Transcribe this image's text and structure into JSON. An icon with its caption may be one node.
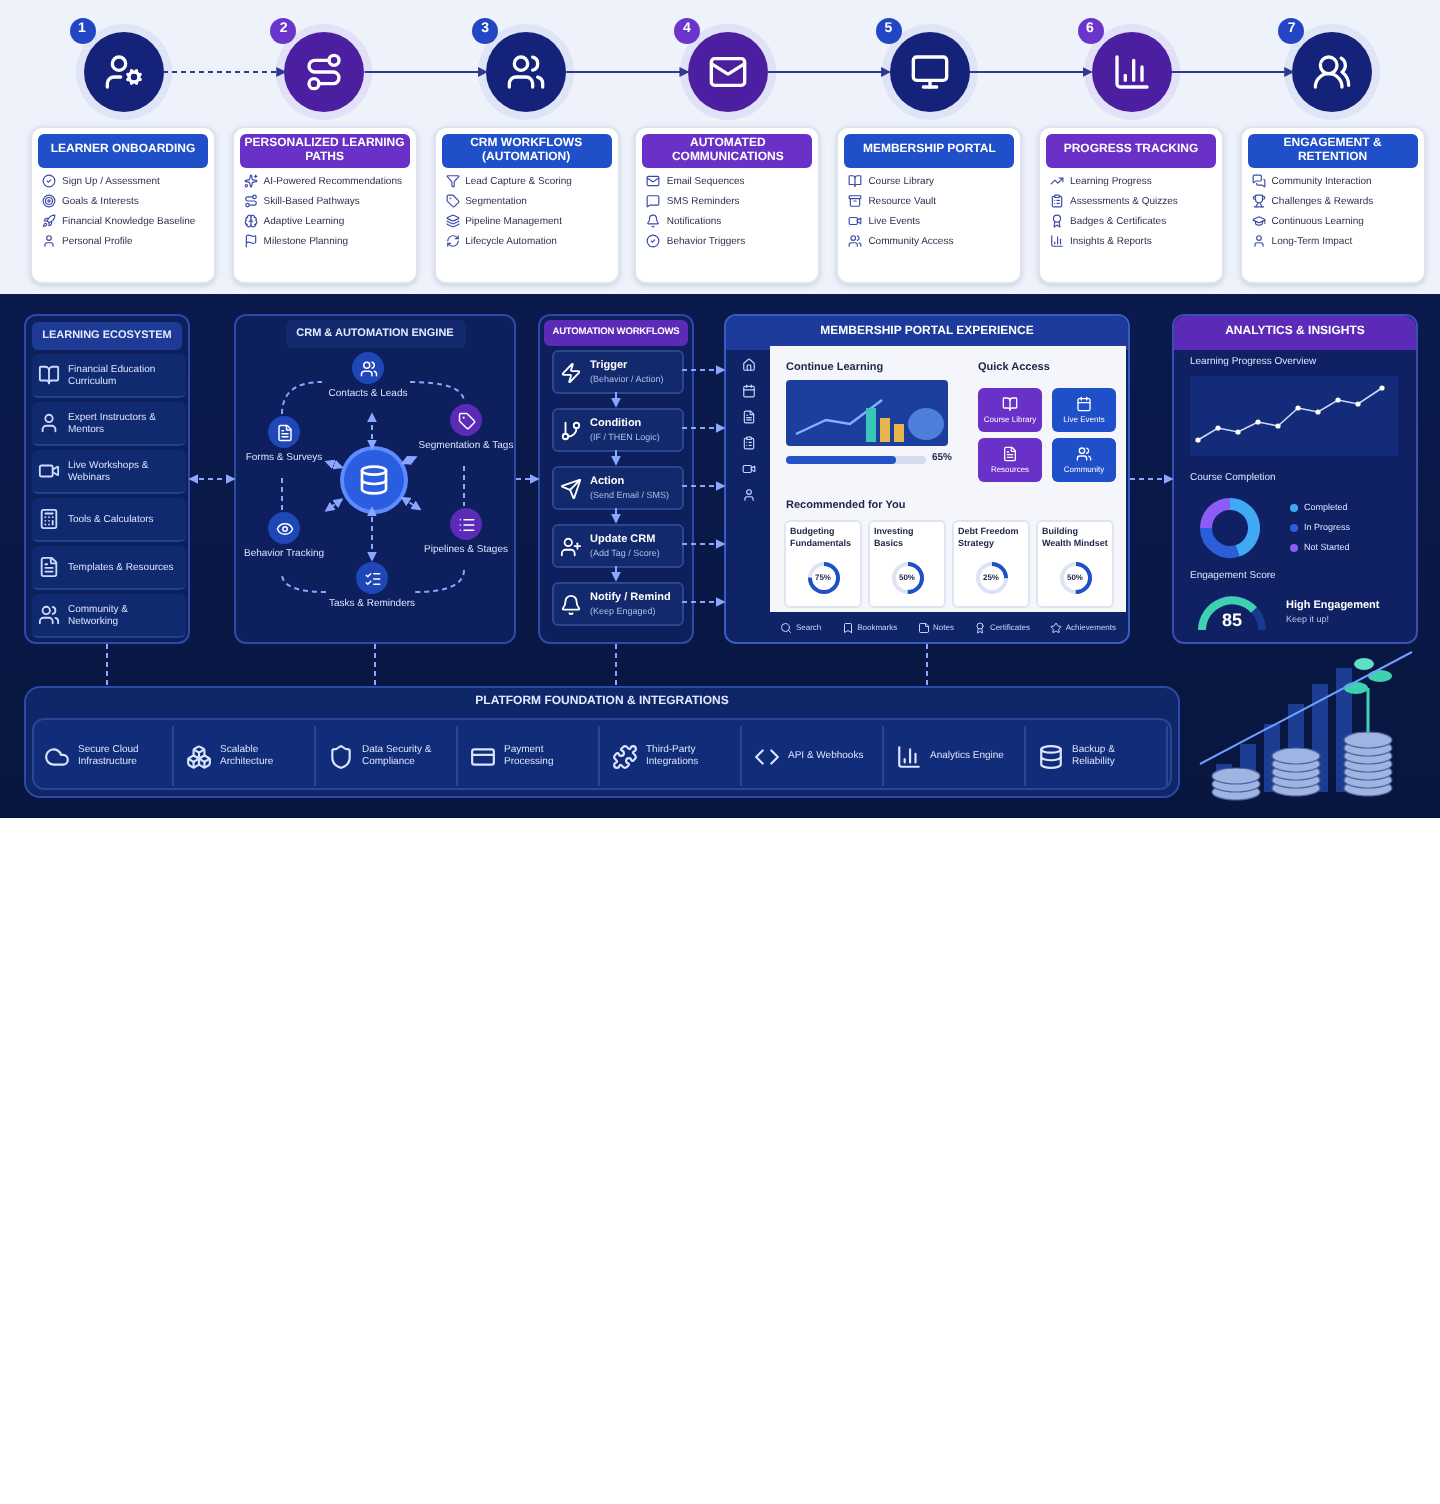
{
  "diagram": {
    "nodes": [
      {
        "text": [],
        "shape": "circle",
        "beside": [
          "1"
        ]
      },
      {
        "text": [],
        "shape": "circle",
        "beside": [
          "2"
        ]
      },
      {
        "text": [],
        "shape": "circle",
        "beside": [
          "3"
        ]
      },
      {
        "text": [],
        "shape": "circle",
        "beside": [
          "4"
        ]
      },
      {
        "text": [],
        "shape": "circle",
        "beside": [
          "5"
        ]
      },
      {
        "text": [],
        "shape": "circle",
        "beside": [
          "6"
        ]
      },
      {
        "text": [],
        "shape": "circle",
        "beside": [
          "7"
        ]
      },
      {
        "text": [
          "LEARNER ONBOARDING",
          "Sign Up / Assessment",
          "Goals & Interests",
          "Financial Knowledge Baseline",
          "Personal Profile"
        ]
      },
      {
        "text": [
          "PERSONALIZED LEARNING PATHS",
          "AI-Powered Recommendations",
          "Skill-Based Pathways",
          "Adaptive Learning",
          "Milestone Planning"
        ]
      },
      {
        "text": [
          "CRM WORKFLOWS (AUTOMATION)",
          "Lead Capture & Scoring",
          "Segmentation",
          "Pipeline Management",
          "Lifecycle Automation"
        ]
      },
      {
        "text": [
          "AUTOMATED COMMUNICATIONS",
          "Email Sequences",
          "SMS Reminders",
          "Notifications",
          "Behavior Triggers"
        ]
      },
      {
        "text": [
          "MEMBERSHIP PORTAL",
          "Course Library",
          "Resource Vault",
          "Live Events",
          "Community Access"
        ]
      },
      {
        "text": [
          "PROGRESS TRACKING",
          "Learning Progress",
          "Assessments & Quizzes",
          "Badges & Certificates",
          "Insights & Reports"
        ]
      },
      {
        "text": [
          "ENGAGEMENT & RETENTION",
          "Community Interaction",
          "Challenges & Rewards",
          "Continuous Learning",
          "Long-Term Impact"
        ]
      },
      {
        "text": [
          "LEARNING ECOSYSTEM"
        ]
      },
      {
        "text": [
          "Financial Education Curriculum"
        ],
        "in": 14
      },
      {
        "text": [
          "Expert Instructors & Mentors"
        ],
        "in": 14
      },
      {
        "text": [
          "Live Workshops & Webinars"
        ],
        "in": 14
      },
      {
        "text": [
          "Tools & Calculators"
        ],
        "in": 14
      },
      {
        "text": [
          "Templates & Resources"
        ],
        "in": 14
      },
      {
        "text": [
          "Community & Networking"
        ],
        "in": 14
      },
      {
        "text": [
          "CRM & AUTOMATION ENGINE"
        ]
      },
      {
        "text": [],
        "shape": "circle",
        "in": 21
      },
      {
        "text": [
          "Contacts & Leads"
        ],
        "in": 21
      },
      {
        "text": [
          "Forms & Surveys"
        ],
        "in": 21
      },
      {
        "text": [
          "Segmentation & Tags"
        ],
        "in": 21
      },
      {
        "text": [
          "Behavior Tracking"
        ],
        "in": 21
      },
      {
        "text": [
          "Pipelines & Stages"
        ],
        "in": 21
      },
      {
        "text": [
          "Tasks & Reminders"
        ],
        "in": 21
      },
      {
        "text": [
          "AUTOMATION WORKFLOWS"
        ]
      },
      {
        "text": [
          "Trigger",
          "(Behavior / Action)"
        ],
        "in": 29
      },
      {
        "text": [
          "Condition",
          "(IF / THEN Logic)"
        ],
        "in": 29
      },
      {
        "text": [
          "Action",
          "(Send Email / SMS)"
        ],
        "in": 29
      },
      {
        "text": [
          "Update CRM",
          "(Add Tag / Score)"
        ],
        "in": 29
      },
      {
        "text": [
          "Notify / Remind",
          "(Keep Engaged)"
        ],
        "in": 29
      },
      {
        "text": [
          "MEMBERSHIP PORTAL EXPERIENCE",
          "Continue Learning",
          "65%",
          "Quick Access",
          "Recommended for You"
        ]
      },
      {
        "text": [
          "Course Library"
        ],
        "in": 35
      },
      {
        "text": [
          "Live Events"
        ],
        "in": 35
      },
      {
        "text": [
          "Resources"
        ],
        "in": 35
      },
      {
        "text": [
          "Community"
        ],
        "in": 35
      },
      {
        "text": [
          "Budgeting Fundamentals",
          "75%"
        ],
        "in": 35
      },
      {
        "text": [
          "Investing Basics",
          "50%"
        ],
        "in": 35
      },
      {
        "text": [
          "Debt Freedom Strategy",
          "25%"
        ],
        "in": 35
      },
      {
        "text": [
          "Building Wealth Mindset",
          "50%"
        ],
        "in": 35
      },
      {
        "text": [
          "Search",
          "Bookmarks",
          "Notes",
          "Certificates",
          "Achievements"
        ],
        "in": 35
      },
      {
        "text": [
          "ANALYTICS & INSIGHTS",
          "Learning Progress Overview",
          "Course Completion",
          "Engagement Score",
          "85",
          "High Engagement",
          "Keep it up!"
        ]
      },
      {
        "text": [
          "PLATFORM FOUNDATION & INTEGRATIONS"
        ]
      },
      {
        "text": [
          "Secure Cloud Infrastructure"
        ],
        "in": 46
      },
      {
        "text": [
          "Scalable Architecture"
        ],
        "in": 46
      },
      {
        "text": [
          "Data Security & Compliance"
        ],
        "in": 46
      },
      {
        "text": [
          "Payment Processing"
        ],
        "in": 46
      },
      {
        "text": [
          "Third-Party Integrations"
        ],
        "in": 46
      },
      {
        "text": [
          "API & Webhooks"
        ],
        "in": 46
      },
      {
        "text": [
          "Analytics Engine"
        ],
        "in": 46
      },
      {
        "text": [
          "Backup & Reliability"
        ],
        "in": 46
      }
    ],
    "edges": [
      {
        "from": 0,
        "to": 1,
        "arrow": "to",
        "style": "dashed",
        "color": "#2e3a8c"
      },
      {
        "from": 1,
        "to": 2,
        "arrow": "to",
        "color": "#2e3a8c"
      },
      {
        "from": 2,
        "to": 3,
        "arrow": "to",
        "color": "#2e3a8c"
      },
      {
        "from": 3,
        "to": 4,
        "arrow": "to",
        "color": "#2e3a8c"
      },
      {
        "from": 4,
        "to": 5,
        "arrow": "to",
        "color": "#2e3a8c"
      },
      {
        "from": 5,
        "to": 6,
        "arrow": "to",
        "color": "#2e3a8c"
      },
      {
        "from": 14,
        "to": 21,
        "arrow": "both",
        "style": "dashed"
      },
      {
        "from": 21,
        "to": 29,
        "arrow": "to",
        "style": "dashed"
      },
      {
        "from": 30,
        "to": 31,
        "arrow": "to"
      },
      {
        "from": 31,
        "to": 32,
        "arrow": "to"
      },
      {
        "from": 32,
        "to": 33,
        "arrow": "to"
      },
      {
        "from": 33,
        "to": 34,
        "arrow": "to"
      },
      {
        "from": 30,
        "to": 35,
        "arrow": "to",
        "style": "dashed"
      },
      {
        "from": 31,
        "to": 35,
        "arrow": "to",
        "style": "dashed"
      },
      {
        "from": 32,
        "to": 35,
        "arrow": "to",
        "style": "dashed"
      },
      {
        "from": 33,
        "to": 35,
        "arrow": "to",
        "style": "dashed"
      },
      {
        "from": 34,
        "to": 35,
        "arrow": "to",
        "style": "dashed"
      },
      {
        "from": 35,
        "to": 45,
        "arrow": "to",
        "style": "dashed"
      },
      {
        "from": 22,
        "to": 23,
        "arrow": "both",
        "style": "dashed"
      },
      {
        "from": 22,
        "to": 24,
        "arrow": "both",
        "style": "dashed"
      },
      {
        "from": 22,
        "to": 25,
        "arrow": "both",
        "style": "dashed"
      },
      {
        "from": 22,
        "to": 26,
        "arrow": "both",
        "style": "dashed"
      },
      {
        "from": 22,
        "to": 27,
        "arrow": "both",
        "style": "dashed"
      },
      {
        "from": 22,
        "to": 28,
        "arrow": "both",
        "style": "dashed"
      },
      {
        "from": 23,
        "to": 25,
        "arrow": "none",
        "style": "dashed"
      },
      {
        "from": 25,
        "to": 27,
        "arrow": "none",
        "style": "dashed"
      },
      {
        "from": 27,
        "to": 28,
        "arrow": "none",
        "style": "dashed"
      },
      {
        "from": 28,
        "to": 26,
        "arrow": "none",
        "style": "dashed"
      },
      {
        "from": 26,
        "to": 24,
        "arrow": "none",
        "style": "dashed"
      },
      {
        "from": 24,
        "to": 23,
        "arrow": "none",
        "style": "dashed"
      },
      {
        "from": 14,
        "to": 46,
        "arrow": "none",
        "style": "dashed"
      },
      {
        "from": 21,
        "to": 46,
        "arrow": "none",
        "style": "dashed"
      },
      {
        "from": 29,
        "to": 46,
        "arrow": "none",
        "style": "dashed"
      },
      {
        "from": 35,
        "to": 46,
        "arrow": "none",
        "style": "dashed"
      }
    ],
    "legend": [
      {
        "text": "Completed",
        "color": "#3fa9f5"
      },
      {
        "text": "In Progress",
        "color": "#2b5fd9"
      },
      {
        "text": "Not Started",
        "color": "#8b5cf6"
      }
    ]
  }
}
